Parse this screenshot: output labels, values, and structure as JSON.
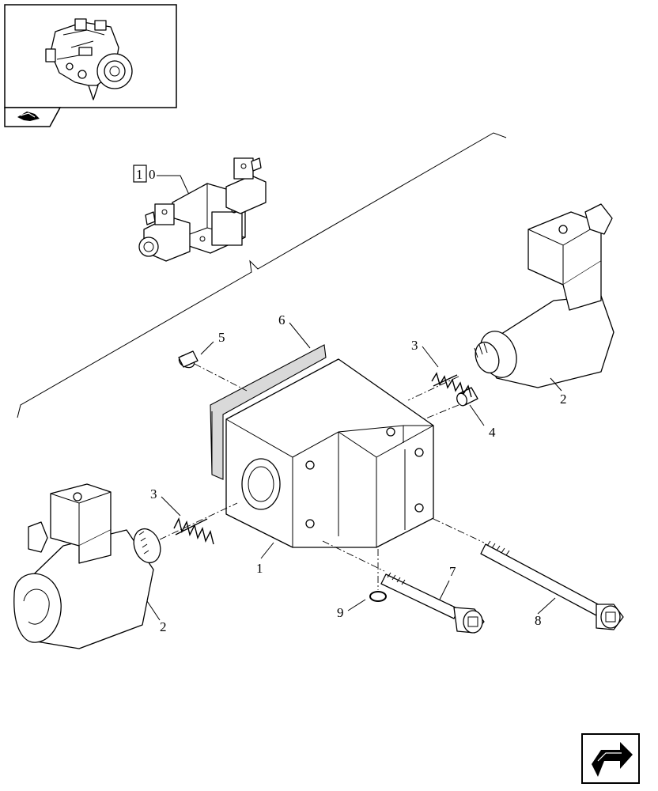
{
  "callouts": {
    "c1": "1",
    "c2a": "2",
    "c2b": "2",
    "c3a": "3",
    "c3b": "3",
    "c4": "4",
    "c5": "5",
    "c6": "6",
    "c7": "7",
    "c8": "8",
    "c9": "9"
  },
  "reference": {
    "box_label": "1",
    "suffix": "0"
  },
  "icons": {
    "thumbnail": "assembly-thumbnail-icon",
    "back": "back-arrow-icon",
    "nav": "next-page-arrow-icon"
  }
}
